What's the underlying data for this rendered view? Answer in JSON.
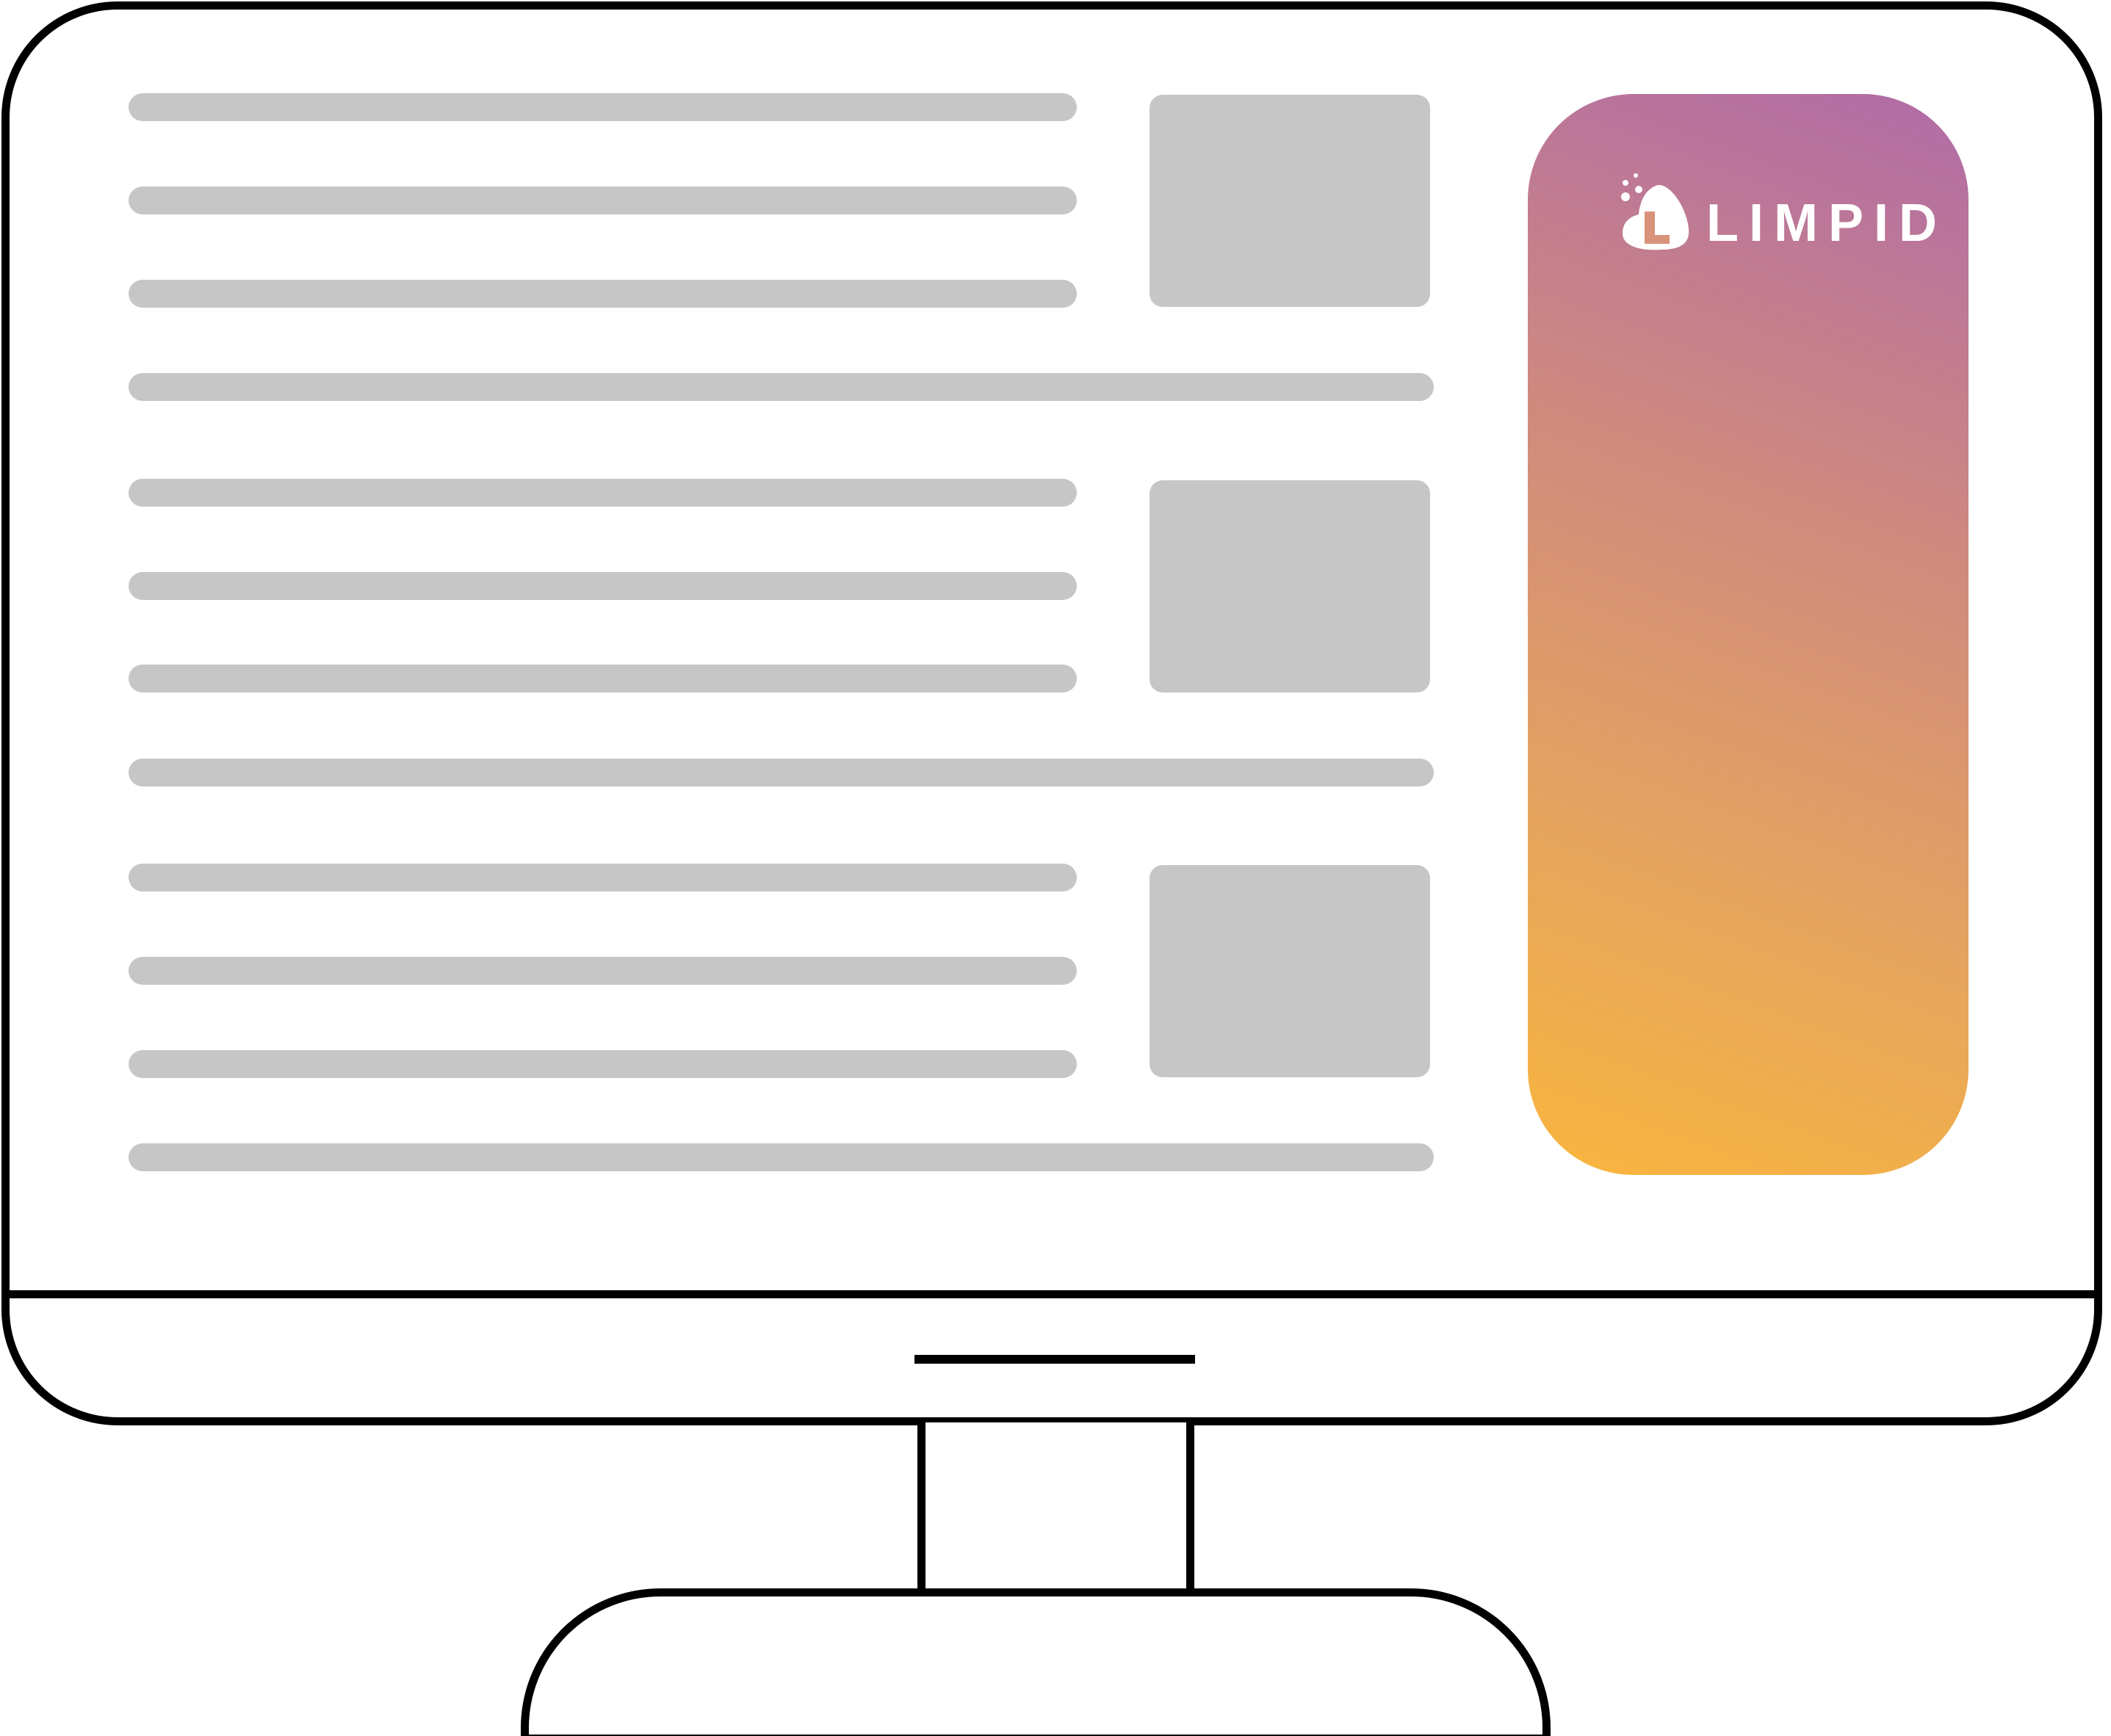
{
  "illustration": {
    "type": "desktop-monitor-wireframe",
    "content_rows": [
      {
        "lines": [
          "short",
          "short",
          "short",
          "long"
        ],
        "has_thumbnail": true
      },
      {
        "lines": [
          "short",
          "short",
          "short",
          "long"
        ],
        "has_thumbnail": true
      },
      {
        "lines": [
          "short",
          "short",
          "short",
          "long"
        ],
        "has_thumbnail": true
      }
    ]
  },
  "brand": {
    "name": "LIMPID",
    "logo_icon": "limpid-droplet-logo-icon",
    "gradient_colors": [
      "#b06ba8",
      "#cf8a7e",
      "#e6a55d",
      "#fab53e"
    ]
  },
  "colors": {
    "outline": "#000000",
    "placeholder": "#c6c6c6",
    "background": "#ffffff"
  }
}
